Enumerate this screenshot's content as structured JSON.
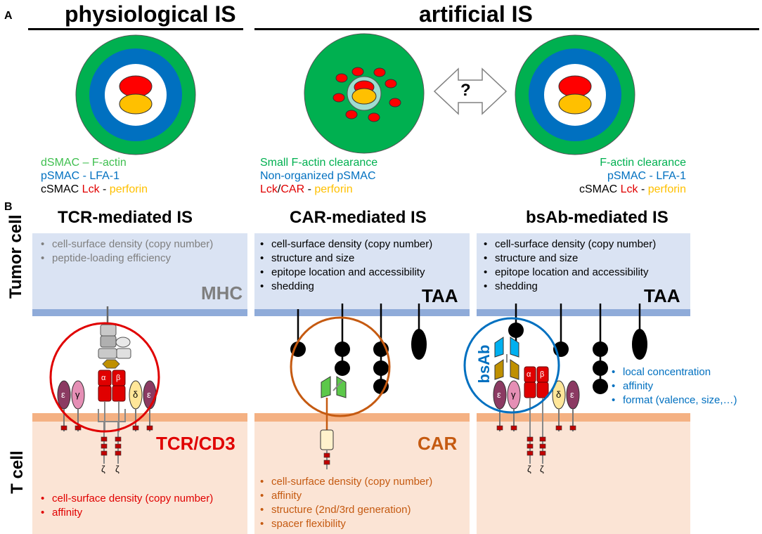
{
  "panel_a": {
    "letter": "A",
    "physiological_title": "physiological IS",
    "artificial_title": "artificial IS",
    "question_mark": "?",
    "legend_left": {
      "line1": "dSMAC – F-actin",
      "line2": "pSMAC - LFA-1",
      "line3_prefix": "cSMAC ",
      "line3_lck": "Lck",
      "line3_sep": " - ",
      "line3_perforin": "perforin"
    },
    "legend_mid": {
      "line1": "Small F-actin clearance",
      "line2": "Non-organized pSMAC",
      "line3_lck": "Lck",
      "line3_slash": "/",
      "line3_car": "CAR",
      "line3_sep": " - ",
      "line3_perforin": "perforin"
    },
    "legend_right": {
      "line1": "F-actin clearance",
      "line2": "pSMAC - LFA-1",
      "line3_prefix": "cSMAC ",
      "line3_lck": "Lck",
      "line3_sep": " - ",
      "line3_perforin": "perforin"
    }
  },
  "panel_b": {
    "letter": "B",
    "tumor_cell_label": "Tumor cell",
    "t_cell_label": "T cell",
    "tcr": {
      "title": "TCR-mediated IS",
      "tumor_bullets": [
        "cell-surface density (copy number)",
        "peptide-loading efficiency"
      ],
      "antigen_label": "MHC",
      "receptor_label": "TCR/CD3",
      "tcell_bullets": [
        "cell-surface density (copy number)",
        "affinity"
      ]
    },
    "car": {
      "title": "CAR-mediated IS",
      "tumor_bullets": [
        "cell-surface density (copy number)",
        "structure and size",
        "epitope location and accessibility",
        "shedding"
      ],
      "antigen_label": "TAA",
      "receptor_label": "CAR",
      "tcell_bullets": [
        "cell-surface density (copy number)",
        "affinity",
        "structure (2nd/3rd generation)",
        "spacer flexibility"
      ]
    },
    "bsab": {
      "title": "bsAb-mediated IS",
      "tumor_bullets": [
        "cell-surface density (copy number)",
        "structure and size",
        "epitope location and accessibility",
        "shedding"
      ],
      "antigen_label": "TAA",
      "circle_label": "bsAb",
      "side_bullets": [
        "local concentration",
        "affinity",
        "format (valence, size,…)"
      ]
    },
    "glyphs": {
      "alpha": "α",
      "beta": "β",
      "epsilon": "ε",
      "gamma": "γ",
      "delta": "δ",
      "zeta": "ζ"
    }
  },
  "colors": {
    "green": "#00b050",
    "blue": "#0070c0",
    "red": "#e00000",
    "yellow": "#ffc000",
    "brown": "#c55a11",
    "gray_text": "#7f7f7f"
  }
}
